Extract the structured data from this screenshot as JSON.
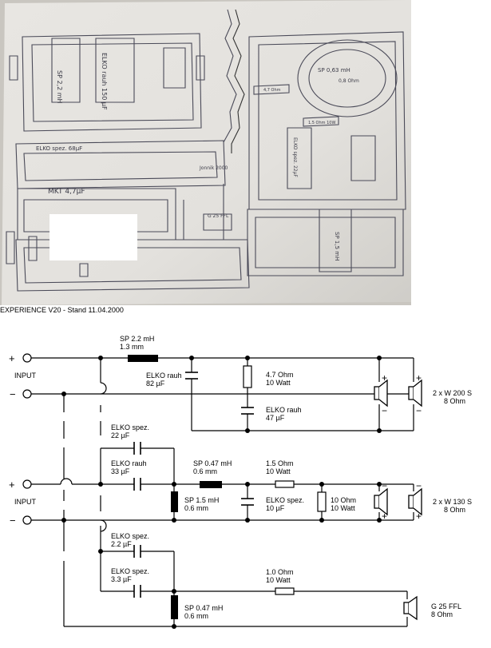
{
  "caption": "EXPERIENCE V20 - Stand 11.04.2000",
  "sketch": {
    "labels": {
      "sp22": "SP 2,2 mH",
      "elko_rauh": "ELKO rauh 150 µF",
      "elko_spez_top": "ELKO spez. 68µF",
      "mkt": "MKT 4,7µF",
      "sp_063": "SP 0,63 mH",
      "ohm_top": "0,8 Ohm",
      "r_a": "4,7 Ohm",
      "r_b": "1,5 Ohm 10W",
      "elko_spez_mid": "ELKO spez. 22µF",
      "sp_15": "SP 1,5 mH",
      "g25": "G 25 FFL",
      "signature": "Jonnik 2000"
    }
  },
  "schematic": {
    "plus": "+",
    "minus": "−",
    "input_1": "INPUT",
    "input_2": "INPUT",
    "c_sp22_a": "SP 2.2 mH",
    "c_sp22_b": "1.3 mm",
    "c_elko82_a": "ELKO rauh",
    "c_elko82_b": "82 µF",
    "c_r47_a": "4.7 Ohm",
    "c_r47_b": "10 Watt",
    "c_elko47_a": "ELKO rauh",
    "c_elko47_b": "47 µF",
    "c_w200_a": "2 x W 200 S",
    "c_w200_b": "8 Ohm",
    "c_elko22_a": "ELKO spez.",
    "c_elko22_b": "22 µF",
    "c_elko33_a": "ELKO rauh",
    "c_elko33_b": "33 µF",
    "c_sp047a_a": "SP 0.47 mH",
    "c_sp047a_b": "0.6 mm",
    "c_r15_a": "1.5 Ohm",
    "c_r15_b": "10 Watt",
    "c_sp15_a": "SP 1.5 mH",
    "c_sp15_b": "0.6 mm",
    "c_elko10_a": "ELKO spez.",
    "c_elko10_b": "10 µF",
    "c_r10_a": "10 Ohm",
    "c_r10_b": "10 Watt",
    "c_w130_a": "2 x W 130 S",
    "c_w130_b": "8 Ohm",
    "c_elko22n_a": "ELKO spez.",
    "c_elko22n_b": "2.2 µF",
    "c_elko33n_a": "ELKO spez.",
    "c_elko33n_b": "3.3 µF",
    "c_r10ohm_a": "1.0 Ohm",
    "c_r10ohm_b": "10 Watt",
    "c_sp047b_a": "SP 0.47 mH",
    "c_sp047b_b": "0.6 mm",
    "c_g25_a": "G 25 FFL",
    "c_g25_b": "8 Ohm"
  }
}
